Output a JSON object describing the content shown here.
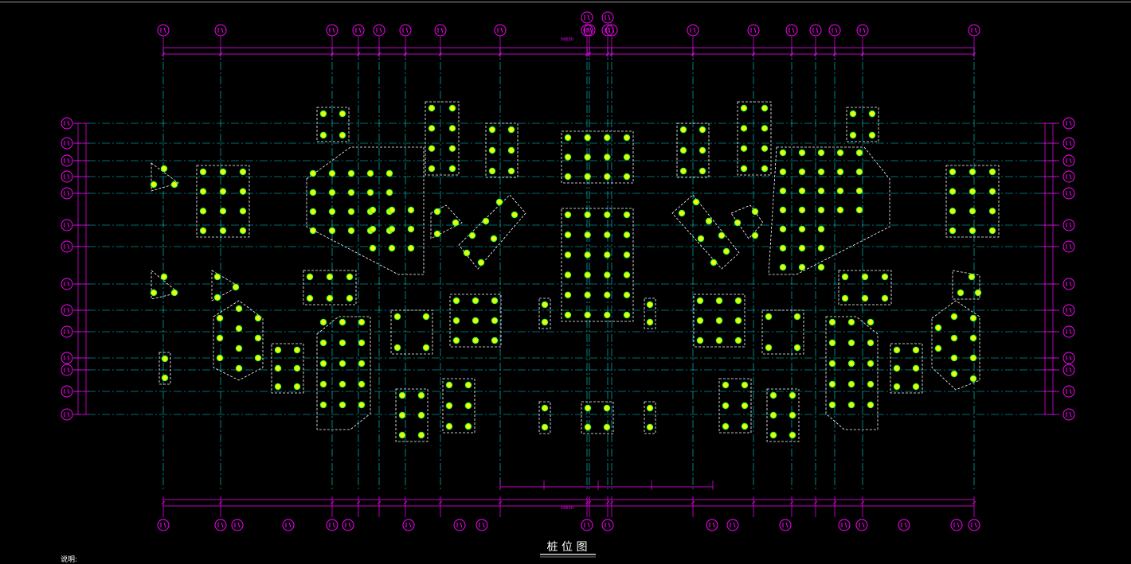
{
  "drawing": {
    "title": "桩 位 图",
    "note_label": "说明:",
    "colors": {
      "background": "#000000",
      "grid_line": "#00ffff",
      "dimension": "#ff00ff",
      "pile_fill": "#ffff00",
      "pile_ring": "#33ff33",
      "cap_outline": "#ffffff",
      "title_text": "#ffffff"
    },
    "dimensions": {
      "top_total": "56650",
      "bottom_total": "56650"
    },
    "icons": {
      "axis_bubble": "circle-axis-label-icon",
      "pile": "pile-marker-icon"
    }
  }
}
